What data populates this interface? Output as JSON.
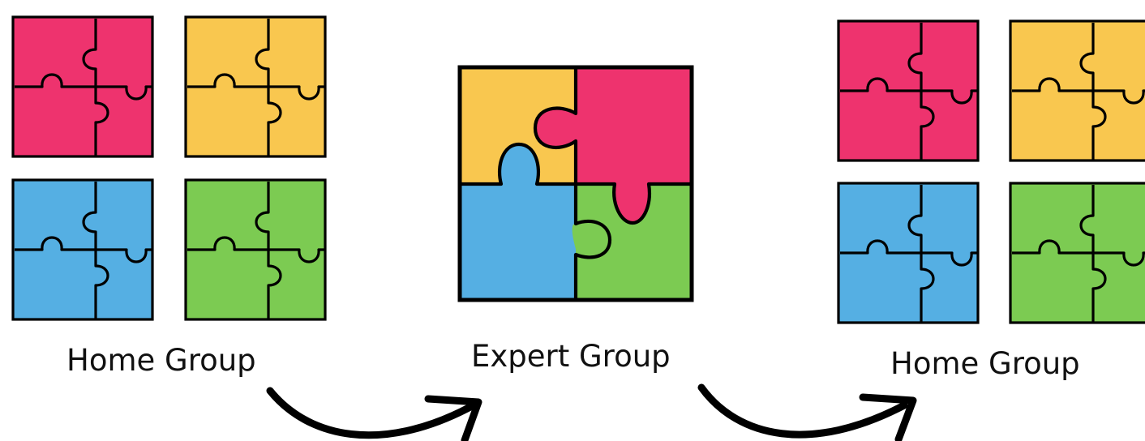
{
  "labels": {
    "home_left": "Home Group",
    "expert": "Expert Group",
    "home_right": "Home Group"
  },
  "colors": {
    "pink": "#EE336E",
    "yellow": "#F9C74F",
    "blue": "#55AFE3",
    "green": "#7CCB52",
    "outline": "#000000"
  },
  "icons": {
    "small_puzzle": "four-piece-jigsaw-icon",
    "big_puzzle": "assembled-jigsaw-icon",
    "arrow": "curved-arrow-icon"
  }
}
